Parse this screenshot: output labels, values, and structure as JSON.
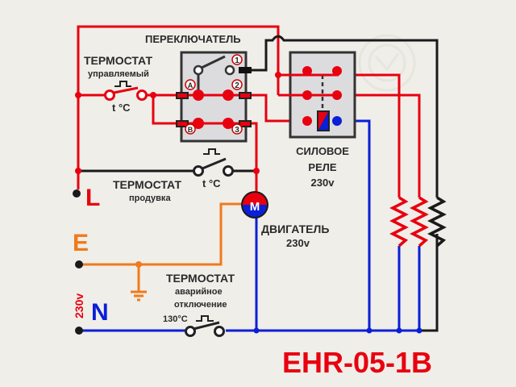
{
  "title": "EHR-05-1B",
  "colors": {
    "phase": "#e8000f",
    "neutral": "#0a1fd6",
    "earth": "#f07a1c",
    "control": "#1a1a1a",
    "box_fill": "#dcdcdf",
    "background": "#efeee9"
  },
  "labels": {
    "switch": "ПЕРЕКЛЮЧАТЕЛЬ",
    "thermostat_controlled": "ТЕРМОСТАТ",
    "thermostat_controlled_sub": "управляемый",
    "temp_symbol": "t °C",
    "thermostat_blow": "ТЕРМОСТАТ",
    "thermostat_blow_sub": "продувка",
    "temp_symbol_2": "t °C",
    "relay_line1": "СИЛОВОЕ",
    "relay_line2": "РЕЛЕ",
    "relay_line3": "230v",
    "motor_symbol": "M",
    "motor_line1": "ДВИГАТЕЛЬ",
    "motor_line2": "230v",
    "thermostat_emergency": "ТЕРМОСТАТ",
    "thermostat_emergency_sub1": "аварийное",
    "thermostat_emergency_sub2": "отключение",
    "emergency_temp": "130°C",
    "terminal_L": "L",
    "terminal_E": "E",
    "terminal_N": "N",
    "voltage": "230v"
  },
  "switch_terminals": {
    "t1": "1",
    "t2": "2",
    "t3": "3",
    "tA": "A",
    "tB": "B"
  }
}
